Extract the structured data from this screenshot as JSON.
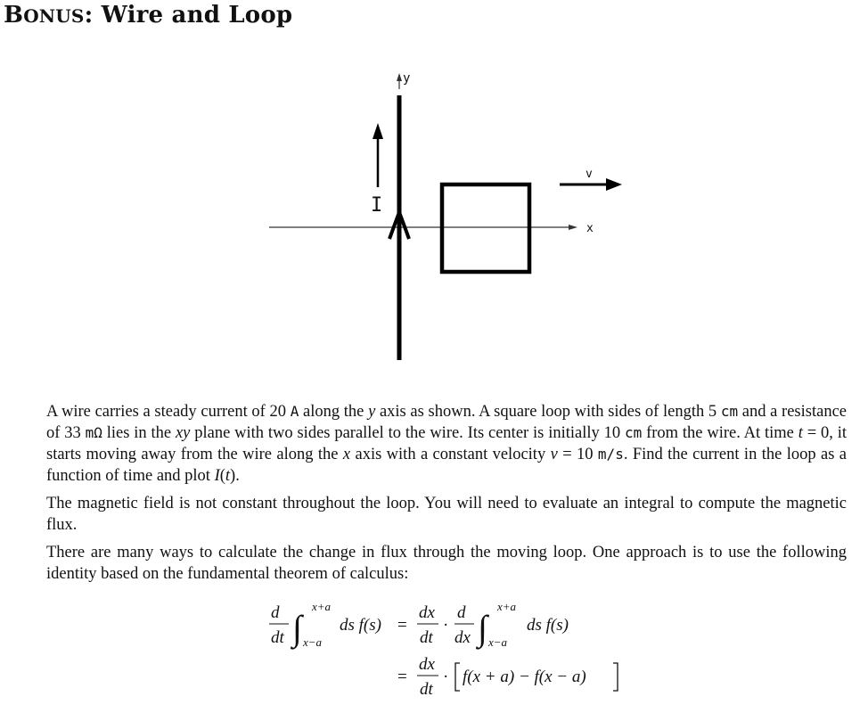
{
  "title": {
    "prefix_big": "B",
    "prefix_small": "ONUS",
    "rest": ": Wire and Loop"
  },
  "diagram": {
    "y_label": "y",
    "x_label": "x",
    "current_label": "I",
    "velocity_label": "v"
  },
  "problem": {
    "p1": {
      "s1": "A wire carries a steady current of 20 ",
      "u1": "A",
      "s2": " along the ",
      "m1": "y",
      "s3": " axis as shown. A square loop with sides of length 5 ",
      "u2": "cm",
      "s4": " and a resistance of 33 ",
      "u3": "mΩ",
      "s5": " lies in the ",
      "m2": "xy",
      "s6": " plane with two sides parallel to the wire. Its center is initially 10 ",
      "u4": "cm",
      "s7": " from the wire. At time ",
      "m3": "t",
      "s8": " = 0, it starts moving away from the wire along the ",
      "m4": "x",
      "s9": " axis with a constant velocity ",
      "m5": "v",
      "s10": " = 10 ",
      "u5": "m/s",
      "s11": ". Find the current in the loop as a function of time and plot ",
      "m6": "I",
      "s12": "(",
      "m7": "t",
      "s13": ")."
    },
    "p2": "The magnetic field is not constant throughout the loop. You will need to evaluate an integral to compute the magnetic flux.",
    "p3": "There are many ways to calculate the change in flux through the moving loop. One approach is to use the following identity based on the fundamental theorem of calculus:"
  },
  "equation": {
    "d": "d",
    "dt": "dt",
    "dx": "dx",
    "upper": "x+a",
    "lower": "x−a",
    "integrand": "ds f(s)",
    "equals": "=",
    "dot": "·",
    "rhs2": "f(x + a) − f(x − a)"
  }
}
